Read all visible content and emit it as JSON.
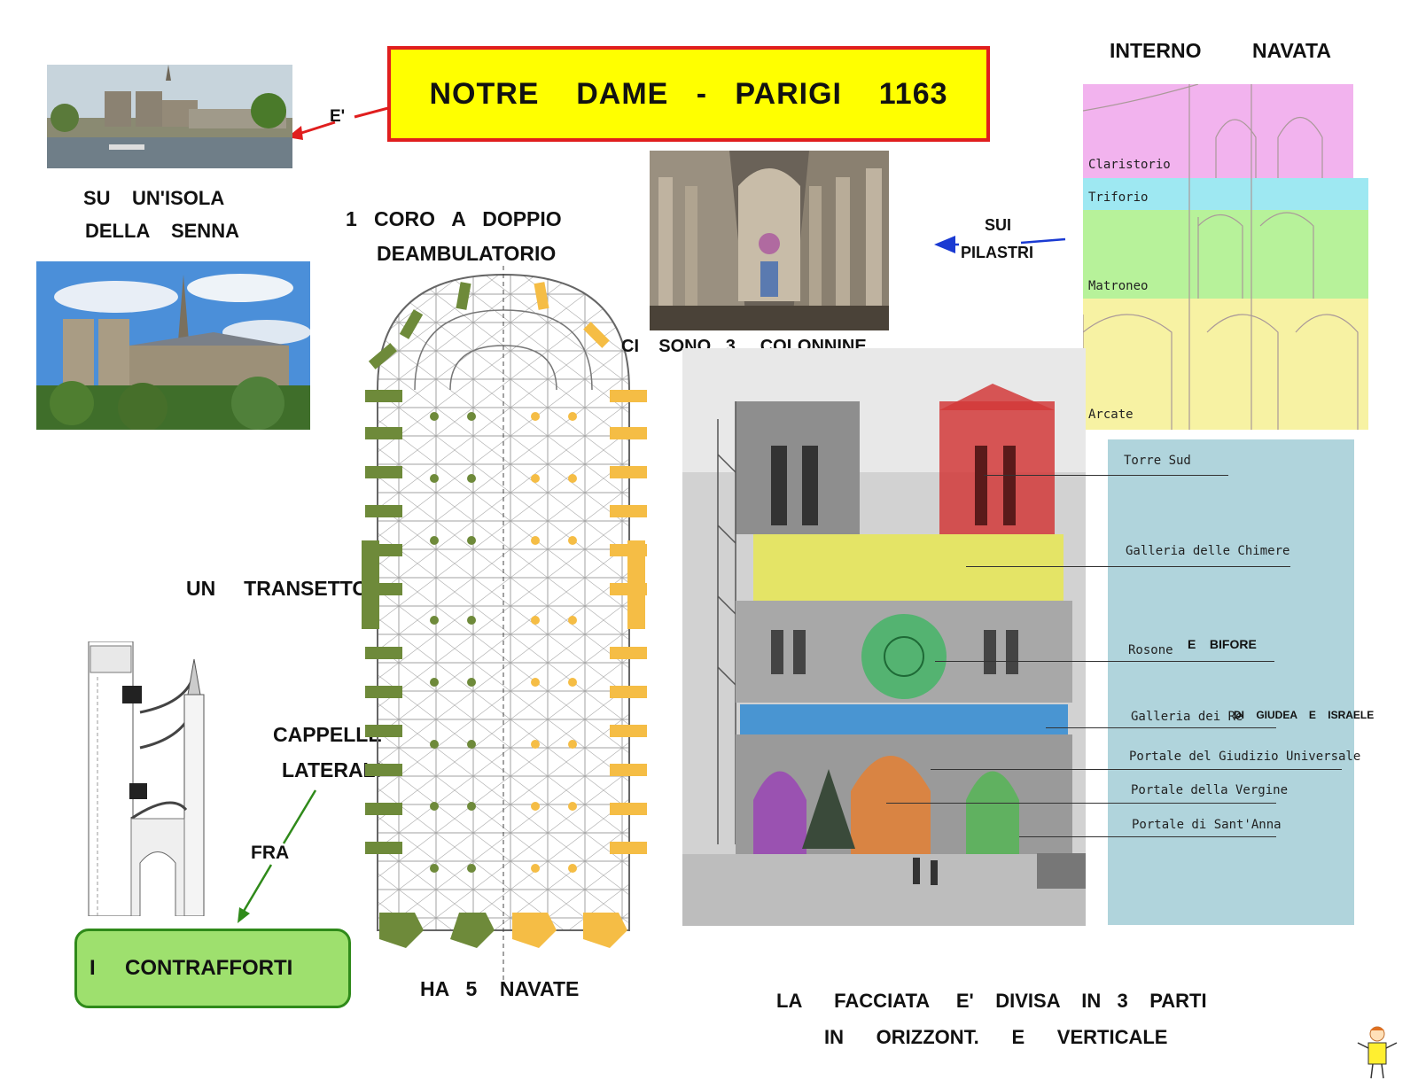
{
  "title": "NOTRE    DAME   -   PARIGI    1163",
  "arrow_label": "E'",
  "island_caption": [
    "SU    UN'ISOLA",
    "DELLA    SENNA"
  ],
  "plan_labels": {
    "choir_line1": "1   CORO   A   DOPPIO",
    "choir_line2": "DEAMBULATORIO",
    "transept": "UN     TRANSETTO",
    "chapels_line1": "CAPPELLE",
    "chapels_line2": "LATERALI",
    "between": "FRA",
    "buttresses": "I     CONTRAFFORTI",
    "naves": "HA   5    NAVATE"
  },
  "interior": {
    "pillars_line1": "SUI",
    "pillars_line2": "PILASTRI",
    "columns": "CI    SONO   3     COLONNINE"
  },
  "elevation": {
    "header_left": "INTERNO",
    "header_right": "NAVATA",
    "bands": [
      {
        "label": "Claristorio",
        "color": "#f2b3ee"
      },
      {
        "label": "Triforio",
        "color": "#9ee8f2"
      },
      {
        "label": "Matroneo",
        "color": "#b7f29a"
      },
      {
        "label": "Arcate",
        "color": "#f7f2a3"
      }
    ]
  },
  "facade": {
    "annotations": [
      {
        "label": "Torre Sud"
      },
      {
        "label": "Galleria delle Chimere"
      },
      {
        "label": "Rosone",
        "extra": "E    BIFORE"
      },
      {
        "label": "Galleria dei Re",
        "extra": "DI    GIUDEA    E    ISRAELE"
      },
      {
        "label": "Portale del Giudizio Universale"
      },
      {
        "label": "Portale della Vergine"
      },
      {
        "label": "Portale di Sant'Anna"
      }
    ],
    "caption_line1": "LA      FACCIATA     E'    DIVISA    IN   3    PARTI",
    "caption_line2": "IN      ORIZZONT.      E      VERTICALE"
  },
  "colors": {
    "title_bg": "#ffff00",
    "title_border": "#e01e1e",
    "plan_green": "#6e8a3a",
    "plan_yellow": "#f5bd45",
    "facade_panel": "#b0d4dc",
    "tower_red": "#d23a3a",
    "gallery_yellow": "#e6e65a",
    "rose_green": "#4ab46a",
    "kings_blue": "#3a8ed2",
    "portal_purple": "#9a4ab4",
    "portal_orange": "#e0823a",
    "portal_green": "#5ab45a"
  }
}
